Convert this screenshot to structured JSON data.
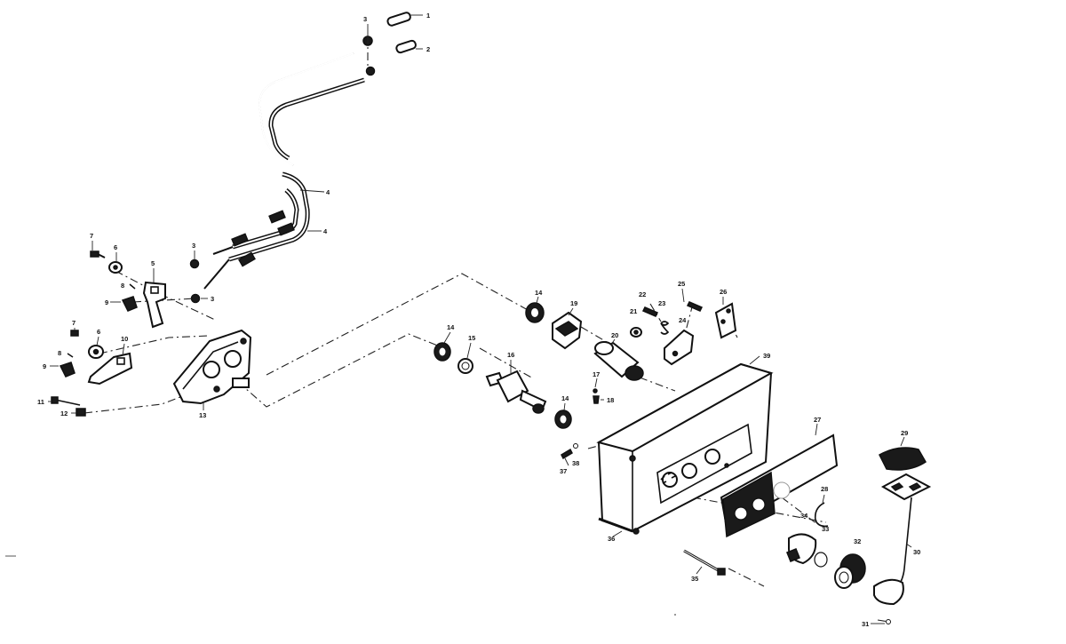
{
  "diagram": {
    "callouts": [
      {
        "id": "c1",
        "text": "1"
      },
      {
        "id": "c2",
        "text": "2"
      },
      {
        "id": "c3a",
        "text": "3"
      },
      {
        "id": "c4a",
        "text": "4"
      },
      {
        "id": "c4b",
        "text": "4"
      },
      {
        "id": "c3b",
        "text": "3"
      },
      {
        "id": "c3c",
        "text": "3"
      },
      {
        "id": "c7a",
        "text": "7"
      },
      {
        "id": "c6a",
        "text": "6"
      },
      {
        "id": "c5",
        "text": "5"
      },
      {
        "id": "c8a",
        "text": "8"
      },
      {
        "id": "c9a",
        "text": "9"
      },
      {
        "id": "c7b",
        "text": "7"
      },
      {
        "id": "c6b",
        "text": "6"
      },
      {
        "id": "c10",
        "text": "10"
      },
      {
        "id": "c8b",
        "text": "8"
      },
      {
        "id": "c9b",
        "text": "9"
      },
      {
        "id": "c11",
        "text": "11"
      },
      {
        "id": "c12",
        "text": "12"
      },
      {
        "id": "c13",
        "text": "13"
      },
      {
        "id": "c14a",
        "text": "14"
      },
      {
        "id": "c19",
        "text": "19"
      },
      {
        "id": "c14b",
        "text": "14"
      },
      {
        "id": "c15",
        "text": "15"
      },
      {
        "id": "c16",
        "text": "16"
      },
      {
        "id": "c14c",
        "text": "14"
      },
      {
        "id": "c17",
        "text": "17"
      },
      {
        "id": "c18",
        "text": "18"
      },
      {
        "id": "c20",
        "text": "20"
      },
      {
        "id": "c22",
        "text": "22"
      },
      {
        "id": "c21",
        "text": "21"
      },
      {
        "id": "c23a",
        "text": "23"
      },
      {
        "id": "c25",
        "text": "25"
      },
      {
        "id": "c24",
        "text": "24"
      },
      {
        "id": "c26",
        "text": "26"
      },
      {
        "id": "c39",
        "text": "39"
      },
      {
        "id": "c27",
        "text": "27"
      },
      {
        "id": "c29",
        "text": "29"
      },
      {
        "id": "c28",
        "text": "28"
      },
      {
        "id": "c38",
        "text": "38"
      },
      {
        "id": "c37",
        "text": "37"
      },
      {
        "id": "c34",
        "text": "34"
      },
      {
        "id": "c33",
        "text": "33"
      },
      {
        "id": "c32",
        "text": "32"
      },
      {
        "id": "c30",
        "text": "30"
      },
      {
        "id": "c36",
        "text": "36"
      },
      {
        "id": "c35",
        "text": "35"
      },
      {
        "id": "c31",
        "text": "31"
      }
    ]
  }
}
